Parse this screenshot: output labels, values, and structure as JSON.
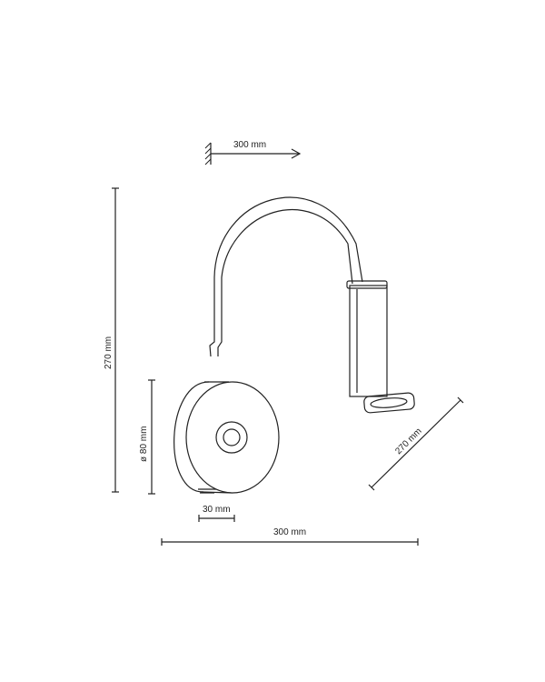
{
  "dimensions": {
    "top_reach": "300 mm",
    "height": "270 mm",
    "base_diameter": "ø 80 mm",
    "switch_offset": "30 mm",
    "width": "300 mm",
    "head_length": "270 mm"
  },
  "colors": {
    "line": "#222222",
    "background": "#ffffff"
  }
}
